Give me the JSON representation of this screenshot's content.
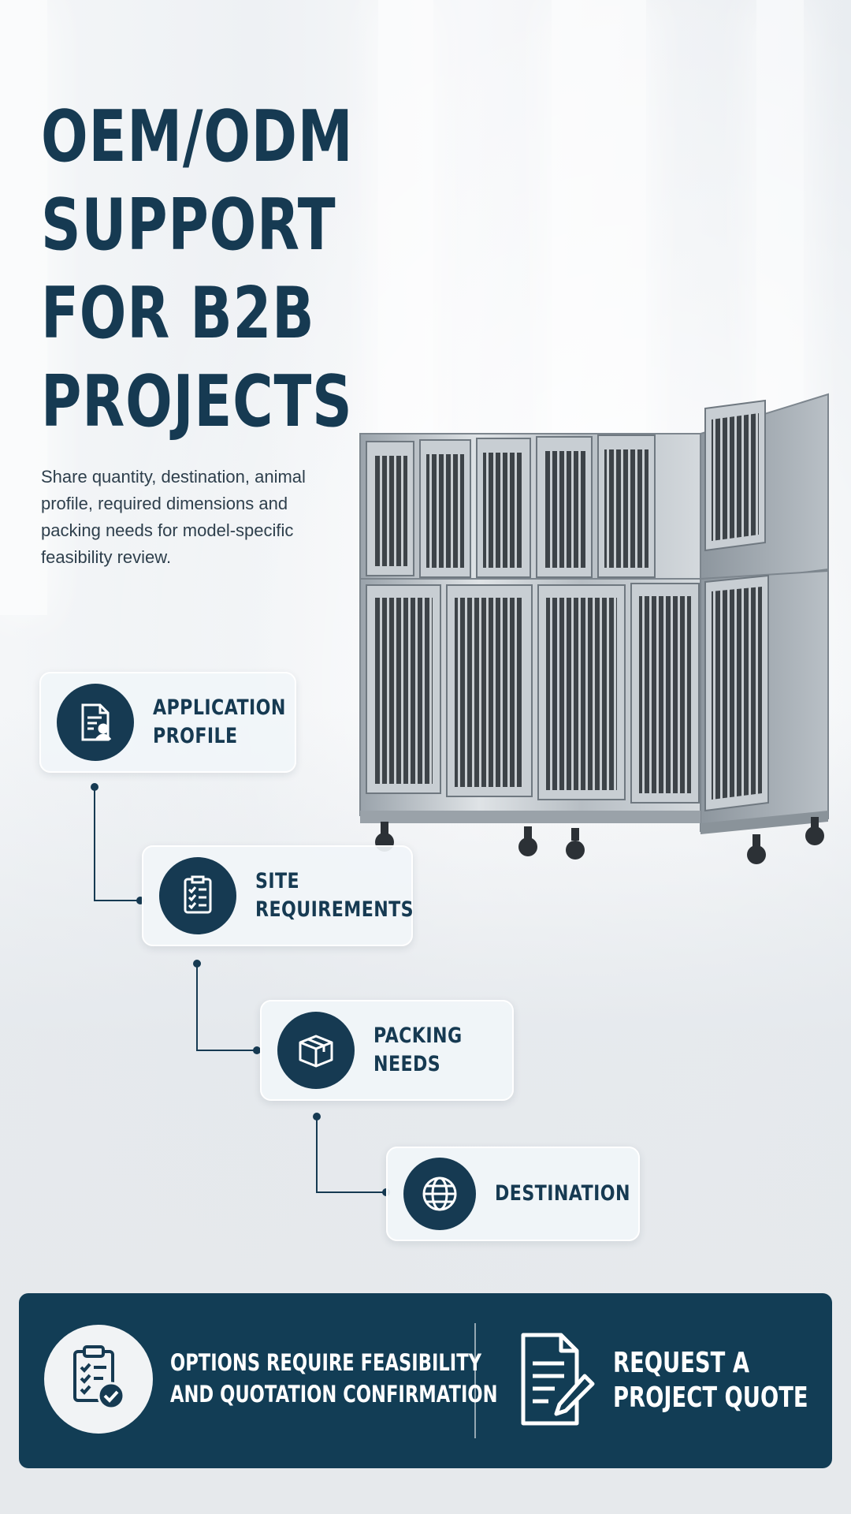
{
  "headline": {
    "lines": [
      "OEM/ODM",
      "SUPPORT",
      "FOR B2B",
      "PROJECTS"
    ]
  },
  "intro_text": "Share quantity, destination, animal profile, required dimensions and packing needs for model-specific feasibility review.",
  "steps": [
    {
      "lines": [
        "APPLICATION",
        "PROFILE"
      ],
      "icon": "document-user-icon"
    },
    {
      "lines": [
        "SITE",
        "REQUIREMENTS"
      ],
      "icon": "checklist-icon"
    },
    {
      "lines": [
        "PACKING",
        "NEEDS"
      ],
      "icon": "box-icon"
    },
    {
      "lines": [
        "DESTINATION"
      ],
      "icon": "globe-icon"
    }
  ],
  "banner": {
    "note_lines": [
      "OPTIONS REQUIRE FEASIBILITY",
      "AND QUOTATION CONFIRMATION"
    ],
    "note_icon": "clipboard-check-icon",
    "cta_lines": [
      "REQUEST A",
      "PROJECT QUOTE"
    ],
    "cta_icon": "document-pen-icon"
  },
  "colors": {
    "primary": "#163a52",
    "banner": "#123d55",
    "card": "#f1f5f8",
    "text": "#2e3f4c"
  }
}
